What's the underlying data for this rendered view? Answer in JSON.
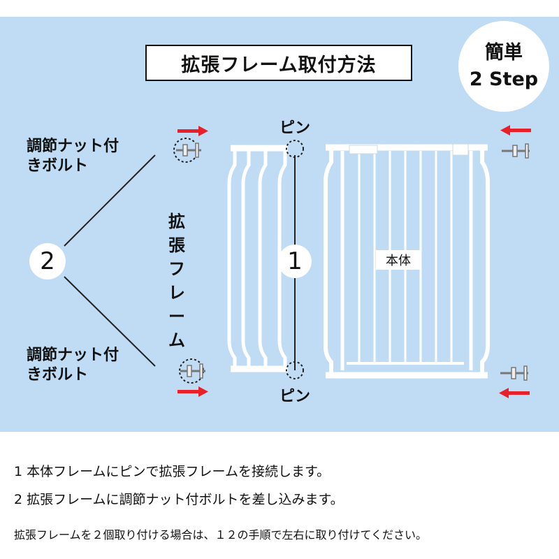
{
  "title": "拡張フレーム取付方法",
  "badge": {
    "line1": "簡単",
    "line2": "2 Step"
  },
  "labels": {
    "bolt_top": [
      "調節ナット付",
      "きボルト"
    ],
    "bolt_bottom": [
      "調節ナット付",
      "きボルト"
    ],
    "pin_top": "ピン",
    "pin_bottom": "ピン",
    "extension_frame_vertical": [
      "拡",
      "張",
      "フ",
      "レ",
      "ー",
      "ム"
    ],
    "step_two": "2",
    "step_one": "1",
    "main_body": "本体"
  },
  "steps": [
    "1  本体フレームにピンで拡張フレームを接続します。",
    "2  拡張フレームに調節ナット付ボルトを差し込みます。"
  ],
  "note": "拡張フレームを２個取り付ける場合は、１２の手順で左右に取り付けてください。",
  "colors": {
    "panel": "#bfdcf4",
    "arrow": "#e8202a",
    "frame": "#ffffff"
  }
}
